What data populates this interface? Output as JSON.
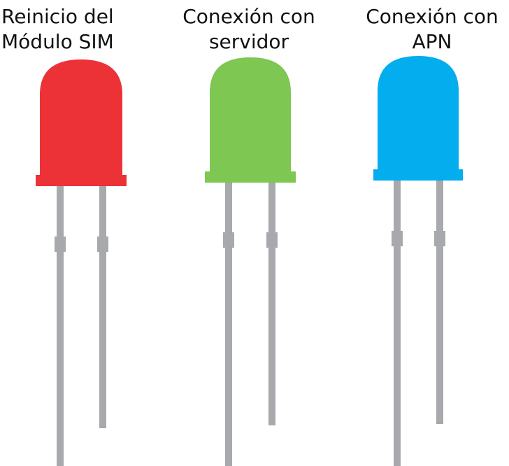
{
  "leds": [
    {
      "label_line1": "Reinicio del",
      "label_line2": "Módulo SIM",
      "color": "#EC3237"
    },
    {
      "label_line1": "Conexión con",
      "label_line2": "servidor",
      "color": "#7DC752"
    },
    {
      "label_line1": "Conexión con",
      "label_line2": "APN",
      "color": "#03ADEE"
    }
  ],
  "lead_color": "#A7A9AC"
}
